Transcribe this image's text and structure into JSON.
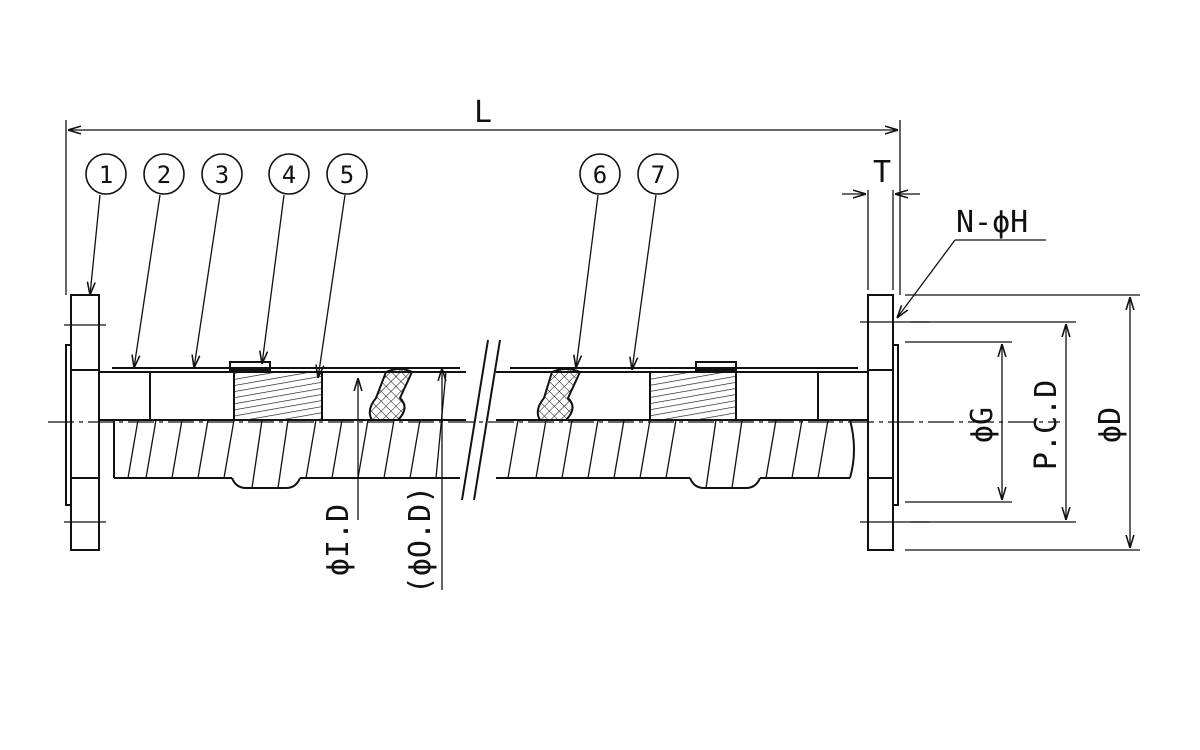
{
  "dimensions": {
    "length": "L",
    "thickness": "T",
    "holes": "N-ϕH",
    "g_dia": "ϕG",
    "pcd": "P.C.D",
    "outer_dia": "ϕD",
    "inner_dia": "ϕI.D",
    "hose_od": "(ϕO.D)"
  },
  "callouts": [
    "1",
    "2",
    "3",
    "4",
    "5",
    "6",
    "7"
  ]
}
